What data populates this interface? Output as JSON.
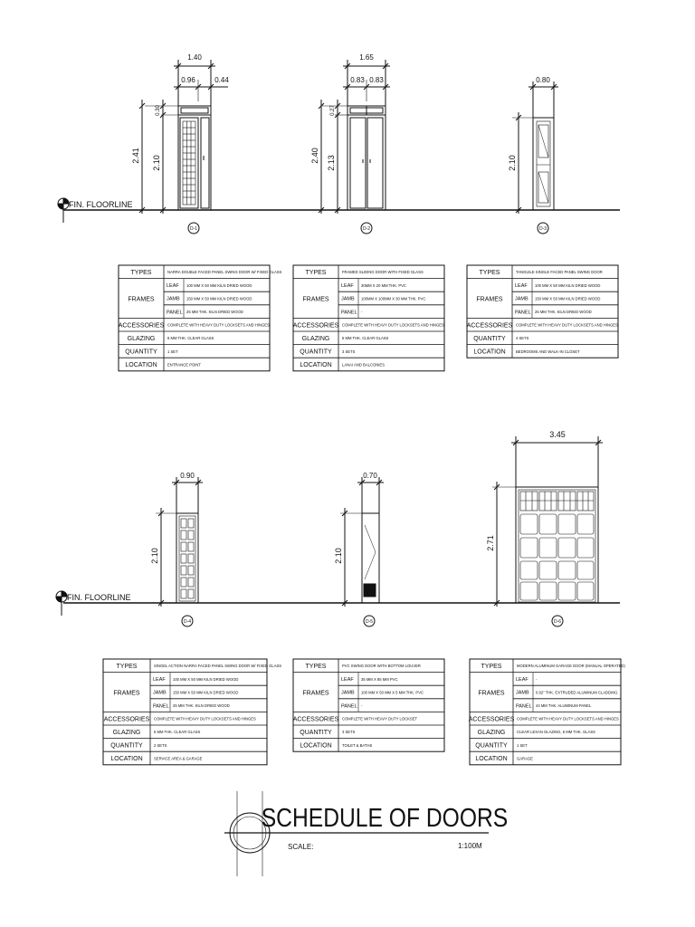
{
  "floorline_label": "FIN. FLOORLINE",
  "labels": {
    "types": "TYPES",
    "frames": "FRAMES",
    "leaf": "LEAF",
    "jamb": "JAMB",
    "panel": "PANEL",
    "accessories": "ACCESSORIES",
    "glazing": "GLAZING",
    "quantity": "QUANTITY",
    "location": "LOCATION"
  },
  "doors": [
    {
      "tag": "D-1",
      "dims": {
        "overall_width": "1.40",
        "leaf_width": "0.96",
        "side_width": "0.44",
        "overall_height": "2.41",
        "door_height": "2.10",
        "transom_height": "0.30"
      },
      "schedule": {
        "types": "NARRA DOUBLE FACED PANEL SWING DOOR W/ FIXED GLASS",
        "leaf": "100 MM X 50 MM KILN DRIED WOOD",
        "jamb": "150 MM X 50 MM KILN DRIED WOOD",
        "panel": "25 MM THK. KILN DRIED WOOD",
        "accessories": "COMPLETE WITH HEAVY DUTY LOCKSETS AND HINGES",
        "glazing": "6 MM THK. CLEAR GLASS",
        "quantity": "1 SET",
        "location": "ENTRANCE POINT"
      }
    },
    {
      "tag": "D-2",
      "dims": {
        "overall_width": "1.65",
        "leaf_left": "0.83",
        "leaf_right": "0.83",
        "overall_height": "2.40",
        "door_height": "2.13",
        "transom_height": "0.27"
      },
      "schedule": {
        "types": "FRAMED SLIDING DOOR WITH FIXED GLASS",
        "leaf": "30MM X 20 MM THK. PVC",
        "jamb": "100MM X 100MM X 30 MM THK. PVC",
        "panel": "-",
        "accessories": "COMPLETE WITH HEAVY DUTY LOCKSETS AND HINGES",
        "glazing": "6 MM THK. CLEAR GLASS",
        "quantity": "3 SETS",
        "location": "LANAI AND BALCONIES"
      }
    },
    {
      "tag": "D-3",
      "dims": {
        "overall_width": "0.80",
        "door_height": "2.10"
      },
      "schedule": {
        "types": "TANGUILE SINGLE FACED PANEL SWING DOOR",
        "leaf": "100 MM X 50 MM KILN DRIED WOOD",
        "jamb": "150 MM X 50 MM KILN DRIED WOOD",
        "panel": "25 MM THK. KILN DRIED WOOD",
        "accessories": "COMPLETE WITH HEAVY DUTY LOCKSETS AND HINGES",
        "quantity": "4 SETS",
        "location": "BEDROOMS AND WALK-IN CLOSET"
      }
    },
    {
      "tag": "D-4",
      "dims": {
        "overall_width": "0.90",
        "door_height": "2.10"
      },
      "schedule": {
        "types": "SINGEL ACTION NARRA FACED PANEL SWING DOOR W/ FIXED GLASS",
        "leaf": "100 MM X 50 MM KILN DRIED WOOD",
        "jamb": "150 MM X 50 MM KILN DRIED WOOD",
        "panel": "25 MM THK. KILN DRIED WOOD",
        "accessories": "COMPLETE WITH HEAVY DUTY LOCKSETS AND HINGES",
        "glazing": "6 MM THK. CLEAR GLASS",
        "quantity": "2 SETS",
        "location": "SERVICE AREA & GARAGE"
      }
    },
    {
      "tag": "D-5",
      "dims": {
        "overall_width": "0.70",
        "door_height": "2.10"
      },
      "schedule": {
        "types": "PVC SWING DOOR WITH BOTTOM LOUVER",
        "leaf": "35 MM X 85 MM PVC",
        "jamb": "100 MM X 50 MM X 5 MM THK. PVC",
        "panel": "-",
        "accessories": "COMPLETE WITH HEAVY DUTY LOCKSET",
        "quantity": "3 SETS",
        "location": "TOILET & BATHS"
      }
    },
    {
      "tag": "D-6",
      "dims": {
        "overall_width": "3.45",
        "door_height": "2.71"
      },
      "schedule": {
        "types": "MODERN ALUMINUM GARAGE DOOR (MANUAL OPERATED)",
        "leaf": "-",
        "jamb": "0.92\" THK. EXTRUDED ALUMINUM CLADDING",
        "panel": "44 MM THK. ALUMINUM PANEL",
        "accessories": "COMPLETE WITH HEAVY DUTY LOCKSETS AND HINGES",
        "glazing": "CLEAR LEXAN GLAZING, 6 MM THK. GLASS",
        "quantity": "1 SET",
        "location": "GARAGE"
      }
    }
  ],
  "title_block": {
    "title": "SCHEDULE OF DOORS",
    "scale_label": "SCALE:",
    "scale_value": "1:100M"
  }
}
